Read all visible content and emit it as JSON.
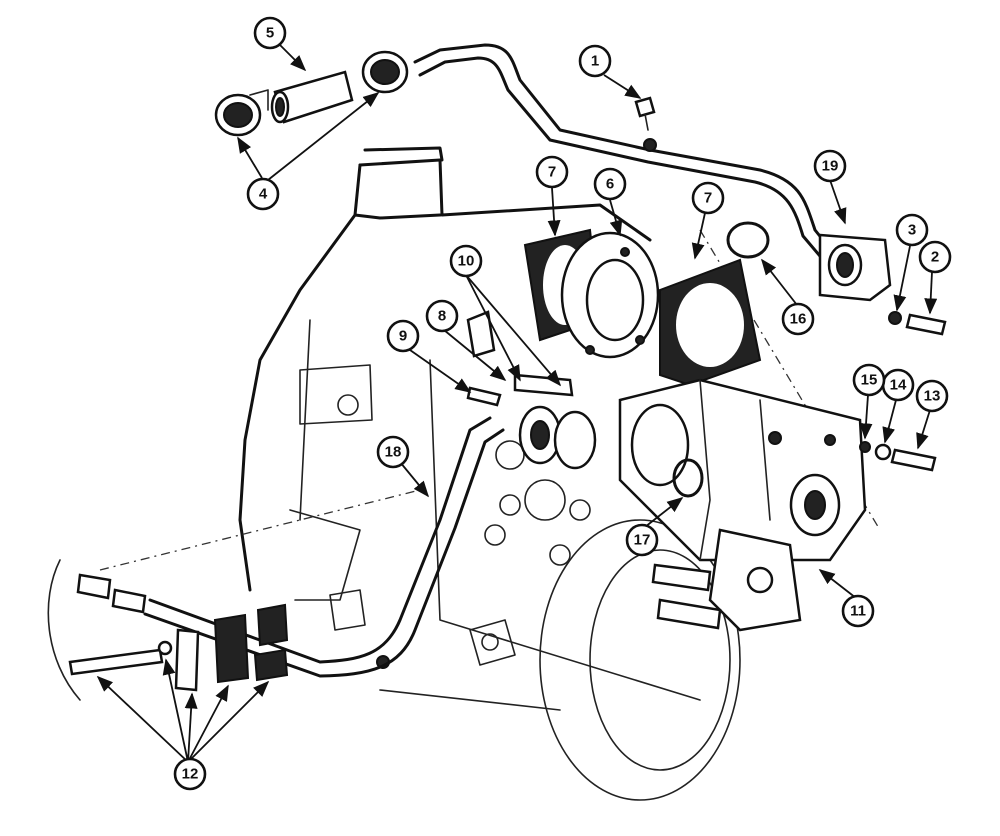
{
  "callouts": [
    "1",
    "2",
    "3",
    "4",
    "5",
    "6",
    "7",
    "7",
    "8",
    "9",
    "10",
    "11",
    "12",
    "13",
    "14",
    "15",
    "16",
    "17",
    "18",
    "19"
  ]
}
